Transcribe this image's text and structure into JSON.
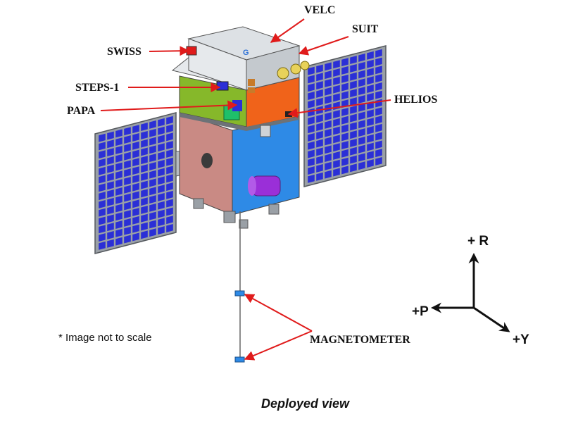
{
  "labels": {
    "velc": "VELC",
    "suit": "SUIT",
    "swiss": "SWISS",
    "steps": "STEPS-1",
    "papa": "PAPA",
    "helios": "HELIOS",
    "magnetometer": "MAGNETOMETER"
  },
  "axes": {
    "r": "+ R",
    "p": "+P",
    "y": "+Y"
  },
  "note": "* Image not to scale",
  "caption": "Deployed view",
  "colors": {
    "leader_line": "#e01b1b",
    "solar_cell": "#2b2fd6",
    "solar_frame": "#9aa0a6",
    "body_blue": "#2e8ae6",
    "body_pink": "#c98a84",
    "body_orange": "#f0631a",
    "body_green": "#86b82a",
    "top_deck": "#d9dde2",
    "tank_purple": "#9a2fd8"
  }
}
